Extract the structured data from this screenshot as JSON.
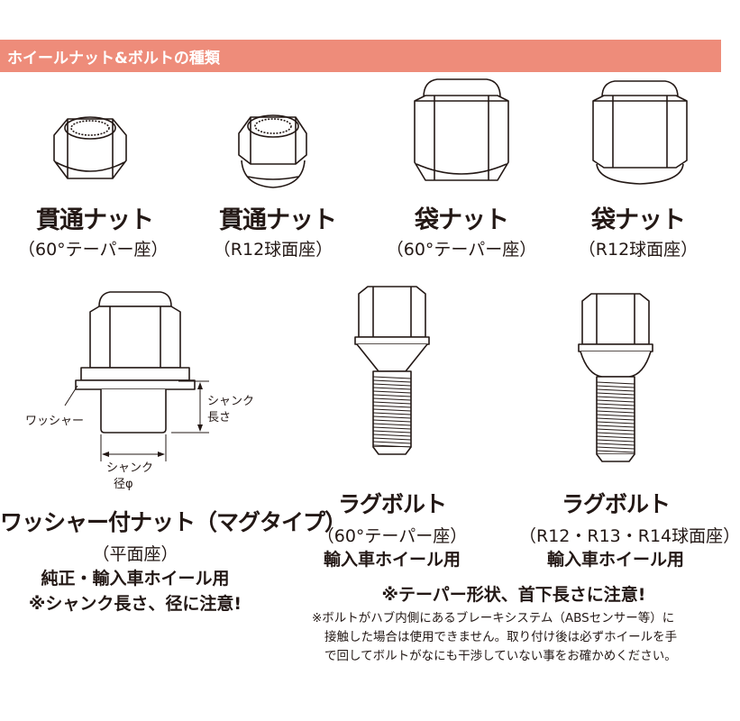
{
  "header": {
    "title": "ホイールナット&ボルトの種類"
  },
  "nuts": [
    {
      "name": "貫通ナット",
      "seat": "（60°テーパー座）"
    },
    {
      "name": "貫通ナット",
      "seat": "（R12球面座）"
    },
    {
      "name": "袋ナット",
      "seat": "（60°テーパー座）"
    },
    {
      "name": "袋ナット",
      "seat": "（R12球面座）"
    }
  ],
  "washer_nut": {
    "washer_label": "ワッシャー",
    "shank_length_label": [
      "シャンク",
      "長さ"
    ],
    "shank_diameter_label": [
      "シャンク",
      "径φ"
    ],
    "name": "ワッシャー付ナット（マグタイプ）",
    "seat": "（平面座）",
    "usage": "純正・輸入車ホイール用",
    "caution": "※シャンク長さ、径に注意!"
  },
  "bolts": [
    {
      "name": "ラグボルト",
      "seat": "（60°テーパー座）",
      "usage": "輸入車ホイール用"
    },
    {
      "name": "ラグボルト",
      "seat": "（R12・R13・R14球面座）",
      "usage": "輸入車ホイール用"
    }
  ],
  "bolt_caution": "※テーパー形状、首下長さに注意!",
  "bolt_note": [
    "※ボルトがハブ内側にあるブレーキシステム（ABSセンサー等）に",
    "接触した場合は使用できません。取り付け後は必ずホイールを手",
    "で回してボルトがなにも干渉していない事をお確かめください。"
  ],
  "colors": {
    "header_bg": "#ee8c7a",
    "line": "#231815"
  }
}
